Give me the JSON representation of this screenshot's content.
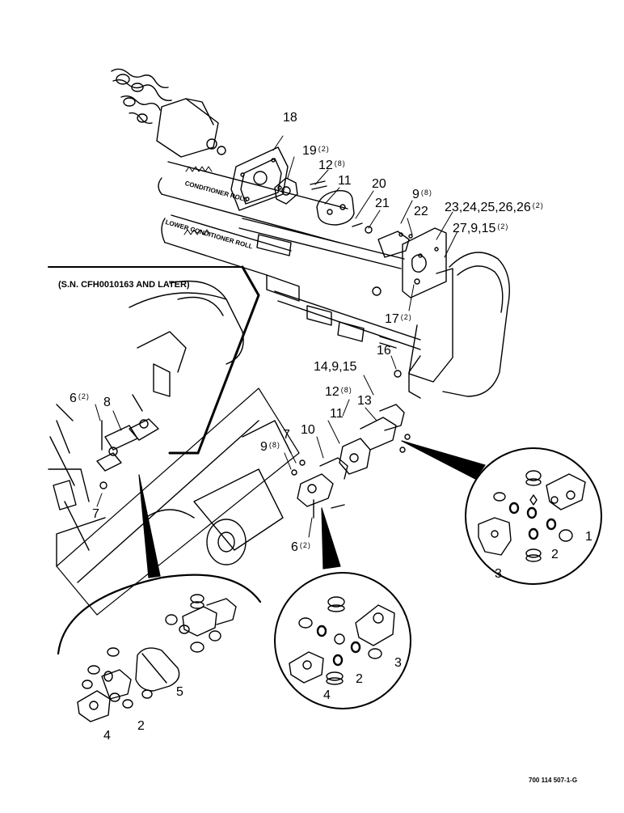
{
  "serial_note": "(S.N. CFH0010163 AND LATER)",
  "roll_labels": {
    "upper": "CONDITIONER ROLL",
    "lower": "LOWER CONDITIONER ROLL"
  },
  "doc_number": "700 114 507-1-G",
  "callouts": {
    "c18": "18",
    "c19": "19",
    "c19q": "(2)",
    "c12a": "12",
    "c12aq": "(8)",
    "c11a": "11",
    "c20": "20",
    "c21": "21",
    "c9a": "9",
    "c9aq": "(8)",
    "c22": "22",
    "c23": "23,24,25,26,26",
    "c23q": "(2)",
    "c27": "27,9,15",
    "c27q": "(2)",
    "c17": "17",
    "c17q": "(2)",
    "c16": "16",
    "c14": "14,9,15",
    "c12b": "12",
    "c12bq": "(8)",
    "c13": "13",
    "c11b": "11",
    "c10": "10",
    "c7a": "7",
    "c9b": "9",
    "c9bq": "(8)",
    "c6a": "6",
    "c6aq": "(2)",
    "c6b": "6",
    "c6bq": "(2)",
    "c8": "8",
    "c7b": "7",
    "d1_1": "1",
    "d1_2": "2",
    "d1_3": "3",
    "d2_2": "2",
    "d2_3": "3",
    "d2_4": "4",
    "d3_5": "5",
    "d3_2": "2",
    "d3_4": "4"
  }
}
